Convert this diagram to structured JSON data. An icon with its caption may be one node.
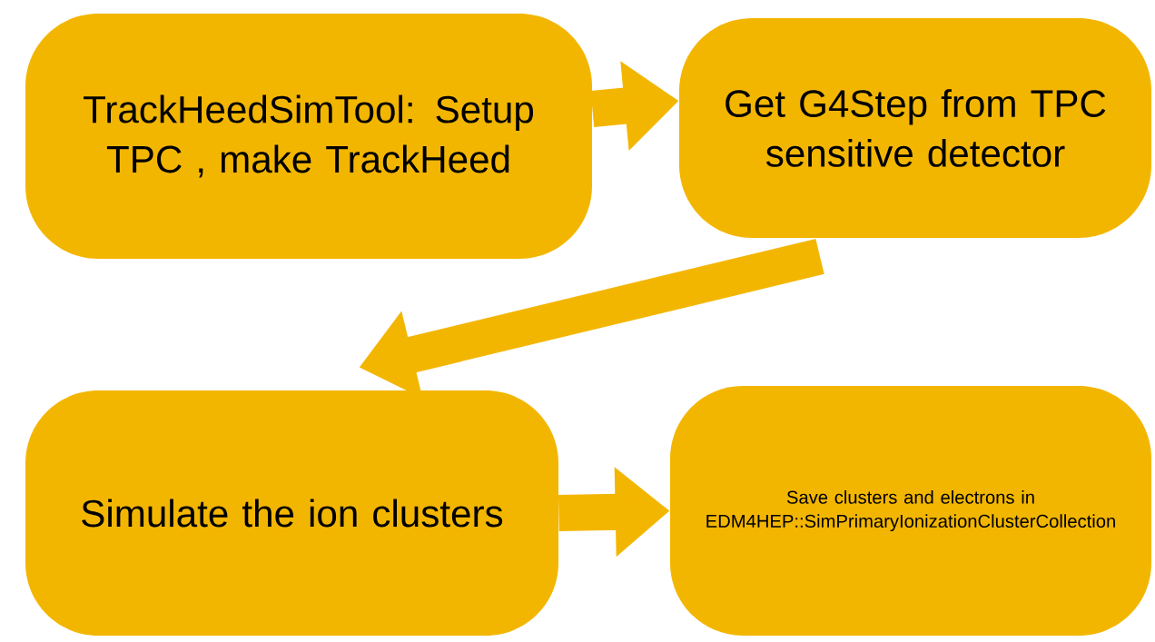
{
  "diagram": {
    "nodes": [
      {
        "text": [
          "TrackHeedSimTool: Setup TPC , make TrackHeed"
        ]
      },
      {
        "text": [
          "Get G4Step from TPC sensitive detector"
        ]
      },
      {
        "text": [
          "Simulate the ion clusters"
        ]
      },
      {
        "text": [
          "Save clusters and electrons in EDM4HEP::SimPrimaryIonizationClusterCollection"
        ]
      }
    ],
    "edges": [
      {
        "from": 0,
        "to": 1,
        "arrow": "to"
      },
      {
        "from": 1,
        "to": 2,
        "arrow": "to"
      },
      {
        "from": 2,
        "to": 3,
        "arrow": "to"
      }
    ]
  }
}
